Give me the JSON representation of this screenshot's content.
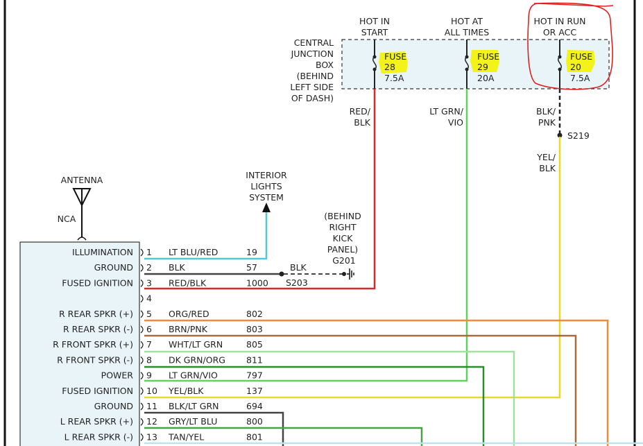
{
  "power": {
    "hot_in_start": [
      "HOT IN",
      "START"
    ],
    "hot_at_all_times": [
      "HOT AT",
      "ALL TIMES"
    ],
    "hot_in_run_acc": [
      "HOT IN RUN",
      "OR ACC"
    ]
  },
  "junction_box": [
    "CENTRAL",
    "JUNCTION",
    "BOX",
    "(BEHIND",
    "LEFT SIDE",
    "OF DASH)"
  ],
  "fuses": [
    {
      "name": "FUSE",
      "num": "28",
      "amp": "7.5A"
    },
    {
      "name": "FUSE",
      "num": "29",
      "amp": "20A"
    },
    {
      "name": "FUSE",
      "num": "20",
      "amp": "7.5A"
    }
  ],
  "wire_labels": {
    "red_blk": [
      "RED/",
      "BLK"
    ],
    "lt_grn_vio": [
      "LT GRN/",
      "VIO"
    ],
    "blk_pnk": [
      "BLK/",
      "PNK"
    ],
    "yel_blk": [
      "YEL/",
      "BLK"
    ]
  },
  "splices": {
    "s219": "S219",
    "s203": "S203"
  },
  "interior_lights": [
    "INTERIOR",
    "LIGHTS",
    "SYSTEM"
  ],
  "antenna": {
    "label": "ANTENNA",
    "nca": "NCA"
  },
  "ground_location": [
    "(BEHIND",
    "RIGHT",
    "KICK",
    "PANEL)"
  ],
  "ground_id": "G201",
  "ground_wire": "BLK",
  "pins": [
    {
      "label": "ILLUMINATION",
      "num": "1",
      "wire": "LT BLU/RED",
      "circuit": "19",
      "color": "#4fc9d6"
    },
    {
      "label": "GROUND",
      "num": "2",
      "wire": "BLK",
      "circuit": "57",
      "color": "#444444"
    },
    {
      "label": "FUSED IGNITION",
      "num": "3",
      "wire": "RED/BLK",
      "circuit": "1000",
      "color": "#d42a2a"
    },
    {
      "label": "",
      "num": "4",
      "wire": "",
      "circuit": "",
      "color": ""
    },
    {
      "label": "R REAR SPKR (+)",
      "num": "5",
      "wire": "ORG/RED",
      "circuit": "802",
      "color": "#f28a3c"
    },
    {
      "label": "R REAR SPKR (-)",
      "num": "6",
      "wire": "BRN/PNK",
      "circuit": "803",
      "color": "#a86a3a"
    },
    {
      "label": "R FRONT SPKR (+)",
      "num": "7",
      "wire": "WHT/LT GRN",
      "circuit": "805",
      "color": "#9fe29f"
    },
    {
      "label": "R FRONT SPKR (-)",
      "num": "8",
      "wire": "DK GRN/ORG",
      "circuit": "811",
      "color": "#2d8a2d"
    },
    {
      "label": "POWER",
      "num": "9",
      "wire": "LT GRN/VIO",
      "circuit": "797",
      "color": "#5fd15f"
    },
    {
      "label": "FUSED IGNITION",
      "num": "10",
      "wire": "YEL/BLK",
      "circuit": "137",
      "color": "#e8d82a"
    },
    {
      "label": "GROUND",
      "num": "11",
      "wire": "BLK/LT GRN",
      "circuit": "694",
      "color": "#444444"
    },
    {
      "label": "L REAR SPKR (+)",
      "num": "12",
      "wire": "GRY/LT BLU",
      "circuit": "800",
      "color": "#4aa04a"
    },
    {
      "label": "L REAR SPKR (-)",
      "num": "13",
      "wire": "TAN/YEL",
      "circuit": "801",
      "color": "#b6e6ec"
    }
  ],
  "colors": {
    "box_fill": "#e8f4f8",
    "highlight": "#f3f31a",
    "annotation": "#e02020"
  }
}
